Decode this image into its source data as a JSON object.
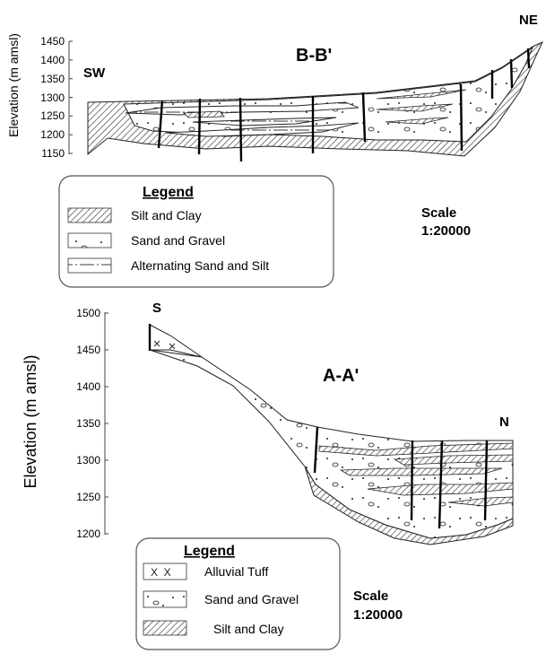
{
  "section_bb": {
    "title": "B-B'",
    "left_label": "SW",
    "right_label": "NE",
    "y_axis_label": "Elevation (m amsl)",
    "y_ticks": [
      "1450",
      "1400",
      "1350",
      "1300",
      "1250",
      "1200",
      "1150"
    ],
    "legend": {
      "title": "Legend",
      "items": [
        "Silt and Clay",
        "Sand and Gravel",
        "Alternating Sand and Silt"
      ]
    },
    "scale": {
      "label": "Scale",
      "value": "1:20000"
    }
  },
  "section_aa": {
    "title": "A-A'",
    "left_label": "S",
    "right_label": "N",
    "y_axis_label": "Elevation (m amsl)",
    "y_ticks": [
      "1500",
      "1450",
      "1400",
      "1350",
      "1300",
      "1250",
      "1200"
    ],
    "legend": {
      "title": "Legend",
      "items": [
        "Alluvial Tuff",
        "Sand and Gravel",
        "Silt and Clay"
      ]
    },
    "scale": {
      "label": "Scale",
      "value": "1:20000"
    }
  },
  "colors": {
    "line": "#1a1a1a",
    "hatch": "#3a3a3a",
    "background": "#ffffff"
  }
}
